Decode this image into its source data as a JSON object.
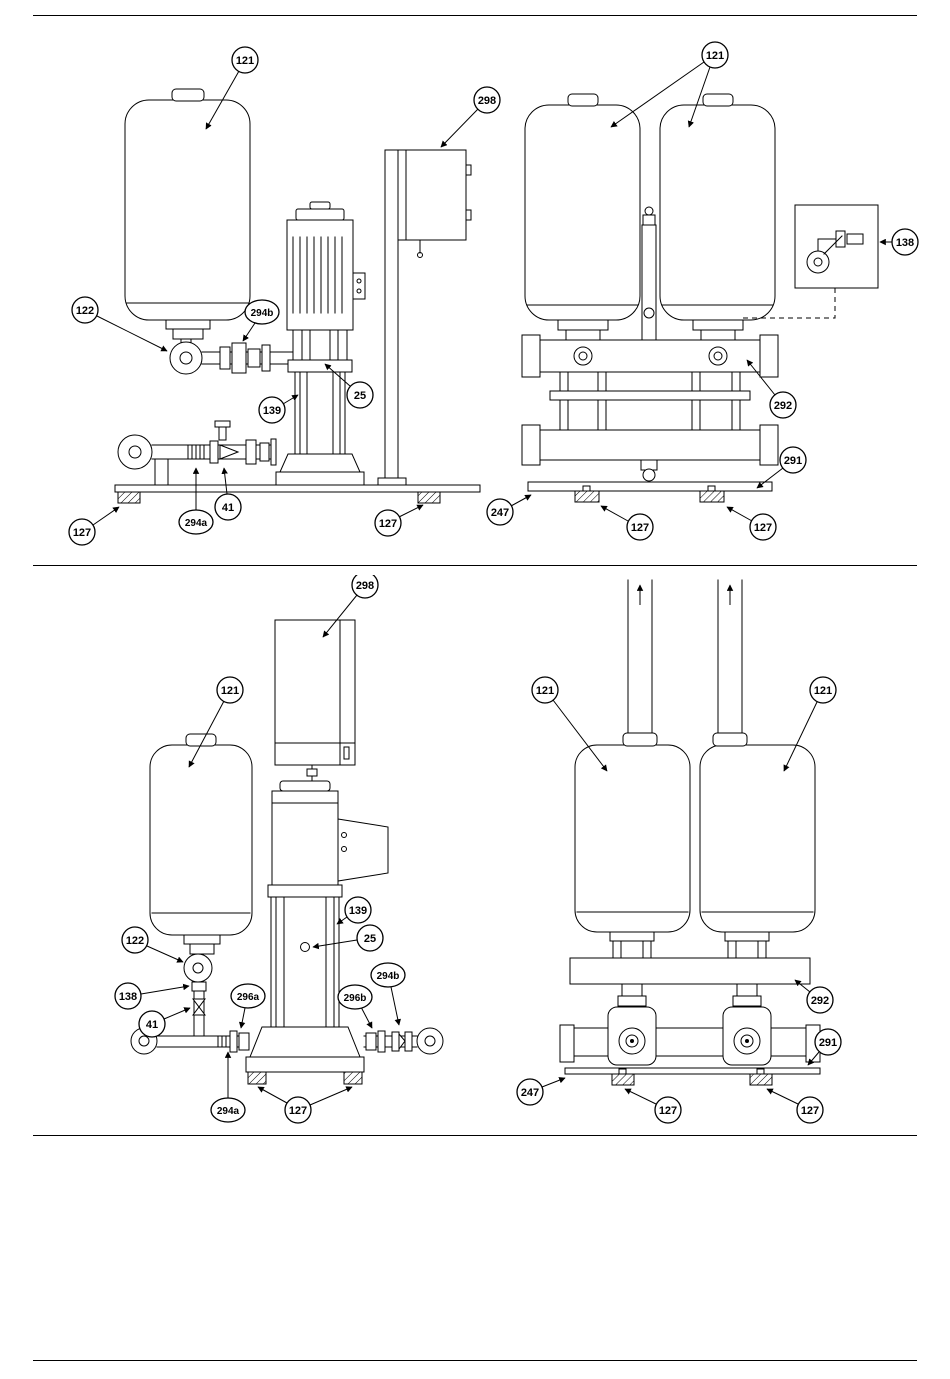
{
  "colors": {
    "line": "#000000",
    "background": "#ffffff"
  },
  "figures": {
    "top_left": {
      "callouts": {
        "k121": "121",
        "k298": "298",
        "k122": "122",
        "k294b": "294b",
        "k25": "25",
        "k139": "139",
        "k41": "41",
        "k294a": "294a",
        "k127a": "127",
        "k127b": "127"
      }
    },
    "top_right": {
      "callouts": {
        "k121": "121",
        "k138": "138",
        "k292": "292",
        "k291": "291",
        "k247": "247",
        "k127a": "127",
        "k127b": "127"
      }
    },
    "mid_left": {
      "callouts": {
        "k298": "298",
        "k121": "121",
        "k122": "122",
        "k138": "138",
        "k41": "41",
        "k139": "139",
        "k25": "25",
        "k296a": "296a",
        "k296b": "296b",
        "k294b": "294b",
        "k294a": "294a",
        "k127": "127"
      }
    },
    "mid_right": {
      "callouts": {
        "k121a": "121",
        "k121b": "121",
        "k292": "292",
        "k291": "291",
        "k247": "247",
        "k127a": "127",
        "k127b": "127"
      }
    }
  }
}
